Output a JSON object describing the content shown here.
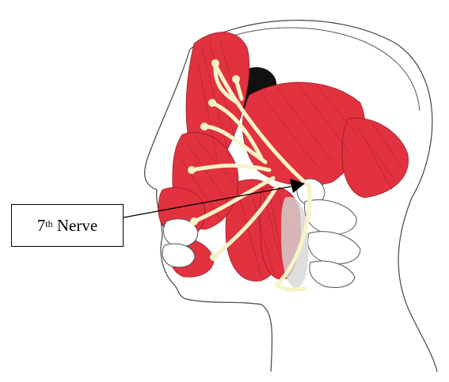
{
  "label": {
    "number": "7",
    "superscript": "th",
    "word": "Nerve"
  },
  "colors": {
    "muscle": "#e2323f",
    "nerve": "#f6f3c8",
    "outline": "#333333",
    "bone": "#ffffff",
    "dark": "#111111"
  }
}
